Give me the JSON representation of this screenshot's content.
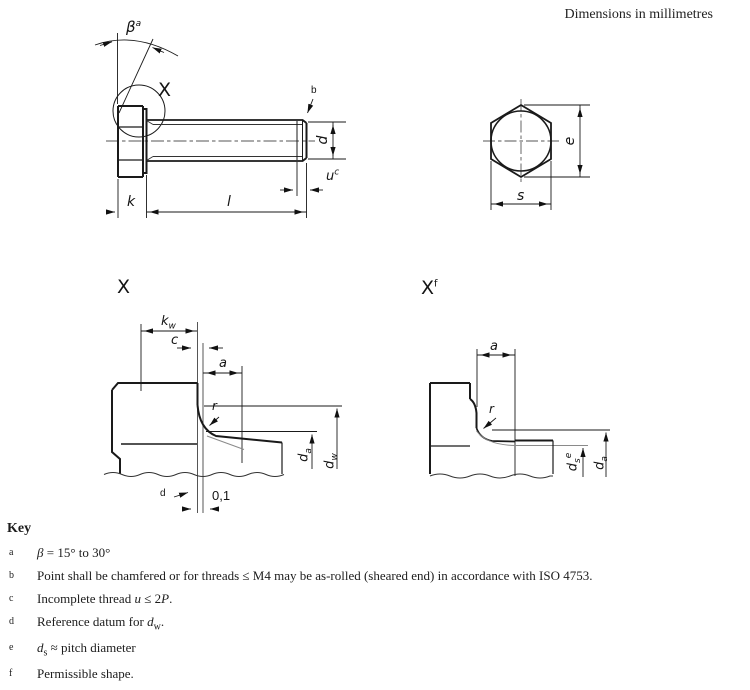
{
  "header": {
    "dimensions_note": "Dimensions in millimetres"
  },
  "labels": {
    "beta": "β",
    "beta_sup": "a",
    "x_main": "X",
    "b_ref": "b",
    "d": "d",
    "u": "u",
    "u_sup": "c",
    "k": "k",
    "l": "l",
    "e": "e",
    "s": "s",
    "x_detail": "X",
    "kw": "k",
    "kw_sub": "w",
    "c": "c",
    "a_x": "a",
    "r_x": "r",
    "d_datum": "d",
    "offset": "0,1",
    "da": "d",
    "da_sub": "a",
    "dw": "d",
    "dw_sub": "w",
    "xf": "X",
    "xf_sup": "f",
    "a_xf": "a",
    "r_xf": "r",
    "ds": "d",
    "ds_sub": "s",
    "ds_sup": "e"
  },
  "key": {
    "title": "Key",
    "items": [
      {
        "ref": "a",
        "segments": [
          {
            "style": "i",
            "text": "β"
          },
          {
            "style": "n",
            "text": " = 15° to 30°"
          }
        ]
      },
      {
        "ref": "b",
        "segments": [
          {
            "style": "n",
            "text": "Point shall be chamfered or for threads ≤ M4 may be as-rolled (sheared end) in accordance with ISO 4753."
          }
        ]
      },
      {
        "ref": "c",
        "segments": [
          {
            "style": "n",
            "text": "Incomplete thread "
          },
          {
            "style": "i",
            "text": "u"
          },
          {
            "style": "n",
            "text": " ≤ 2"
          },
          {
            "style": "i",
            "text": "P"
          },
          {
            "style": "n",
            "text": "."
          }
        ]
      },
      {
        "ref": "d",
        "segments": [
          {
            "style": "n",
            "text": "Reference datum for "
          },
          {
            "style": "i",
            "text": "d"
          },
          {
            "style": "sub",
            "text": "w"
          },
          {
            "style": "n",
            "text": "."
          }
        ]
      },
      {
        "ref": "e",
        "segments": [
          {
            "style": "i",
            "text": "d"
          },
          {
            "style": "sub",
            "text": "s"
          },
          {
            "style": "n",
            "text": " ≈ pitch diameter"
          }
        ]
      },
      {
        "ref": "f",
        "segments": [
          {
            "style": "n",
            "text": "Permissible shape."
          }
        ]
      }
    ]
  }
}
